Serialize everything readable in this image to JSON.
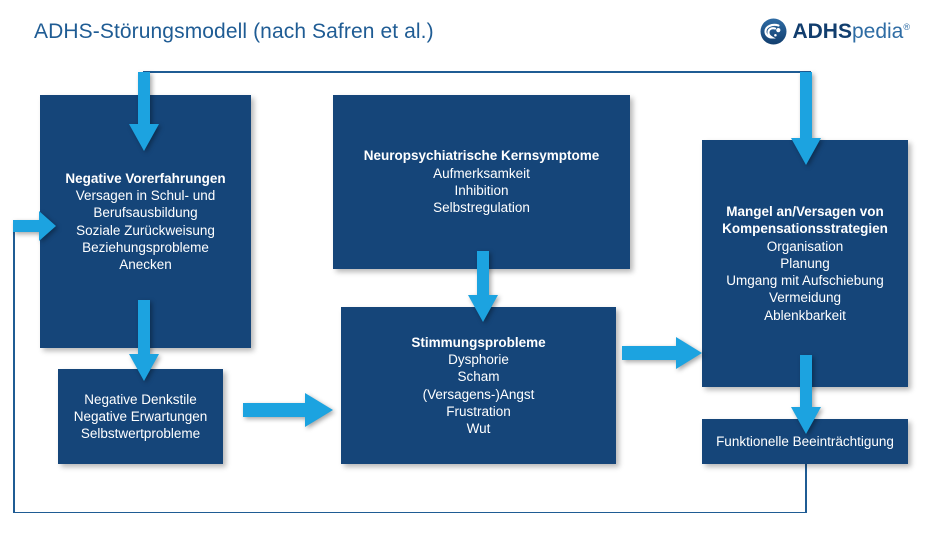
{
  "header": {
    "title": "ADHS-Störungsmodell (nach Safren et al.)",
    "logo": {
      "icon": "adhspedia-swirl-icon",
      "text_bold": "ADHS",
      "text_light": "pedia",
      "registered": "®"
    }
  },
  "colors": {
    "box_fill": "#154579",
    "arrow_fill": "#1CA3E0",
    "line": "#1F5C94",
    "title_text": "#1F5C94",
    "box_text": "#FFFFFF",
    "background": "#FFFFFF"
  },
  "boxes": [
    {
      "id": "negative-vorerfahrungen",
      "heading": "Negative Vorerfahrungen",
      "lines": [
        "Versagen in Schul- und",
        "Berufsausbildung",
        "Soziale Zurückweisung",
        "Beziehungsprobleme",
        "Anecken"
      ]
    },
    {
      "id": "neuropsychiatrische-kernsymptome",
      "heading": "Neuropsychiatrische Kernsymptome",
      "lines": [
        "Aufmerksamkeit",
        "Inhibition",
        "Selbstregulation"
      ]
    },
    {
      "id": "kompensationsstrategien",
      "heading_lines": [
        "Mangel an/Versagen von",
        "Kompensationsstrategien"
      ],
      "lines": [
        "Organisation",
        "Planung",
        "Umgang mit Aufschiebung",
        "Vermeidung",
        "Ablenkbarkeit"
      ]
    },
    {
      "id": "negative-denkstile",
      "heading": "",
      "lines": [
        "Negative Denkstile",
        "Negative Erwartungen",
        "Selbstwertprobleme"
      ]
    },
    {
      "id": "stimmungsprobleme",
      "heading": "Stimmungsprobleme",
      "lines": [
        "Dysphorie",
        "Scham",
        "(Versagens-)Angst",
        "Frustration",
        "Wut"
      ]
    },
    {
      "id": "funktionelle-beeintraechtigung",
      "heading": "",
      "lines": [
        "Funktionelle Beeinträchtigung"
      ]
    }
  ],
  "connectors": [
    {
      "id": "feedback-top-rail",
      "type": "line",
      "direction": "horizontal"
    },
    {
      "id": "feedback-left-rail",
      "type": "line",
      "direction": "vertical"
    },
    {
      "id": "feedback-bottom-rail",
      "type": "line",
      "direction": "horizontal"
    },
    {
      "id": "feedback-right-rail",
      "type": "line",
      "direction": "vertical"
    },
    {
      "id": "arrow-into-vorerfahrungen-top",
      "type": "arrow",
      "direction": "down"
    },
    {
      "id": "arrow-into-kompensation-top",
      "type": "arrow",
      "direction": "down"
    },
    {
      "id": "arrow-into-vorerfahrungen-left",
      "type": "arrow",
      "direction": "right"
    },
    {
      "id": "arrow-vorerfahrungen-to-denkstile",
      "type": "arrow",
      "direction": "down"
    },
    {
      "id": "arrow-kernsymptome-to-stimmung",
      "type": "arrow",
      "direction": "down"
    },
    {
      "id": "arrow-denkstile-to-stimmung",
      "type": "arrow",
      "direction": "right"
    },
    {
      "id": "arrow-stimmung-to-kompensation",
      "type": "arrow",
      "direction": "right"
    },
    {
      "id": "arrow-kompensation-to-funktionell",
      "type": "arrow",
      "direction": "down"
    }
  ]
}
